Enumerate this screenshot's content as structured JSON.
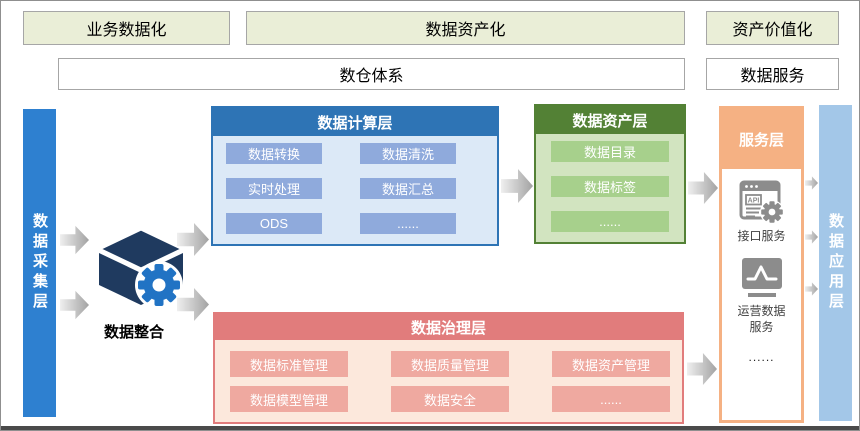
{
  "top_row": {
    "business": "业务数据化",
    "assetization": "数据资产化",
    "valorization": "资产价值化"
  },
  "second_row": {
    "warehouse": "数仓体系",
    "data_service": "数据服务"
  },
  "collection_layer": {
    "label": "数据采集层"
  },
  "integration": {
    "icon": "cube-gear-icon",
    "label": "数据整合"
  },
  "compute_layer": {
    "title": "数据计算层",
    "items": [
      "数据转换",
      "数据清洗",
      "实时处理",
      "数据汇总",
      "ODS",
      "......"
    ]
  },
  "asset_layer": {
    "title": "数据资产层",
    "items": [
      "数据目录",
      "数据标签",
      "......"
    ]
  },
  "governance_layer": {
    "title": "数据治理层",
    "items": [
      "数据标准管理",
      "数据质量管理",
      "数据资产管理",
      "数据模型管理",
      "数据安全",
      "......"
    ]
  },
  "service_layer": {
    "title": "服务层",
    "items": [
      {
        "icon": "api-icon",
        "label": "接口服务"
      },
      {
        "icon": "monitor-chart-icon",
        "label": "运营数据服务"
      },
      {
        "icon": "",
        "label": "......"
      }
    ]
  },
  "application_layer": {
    "label": "数据应用层"
  },
  "colors": {
    "collection_bar": "#2e80d0",
    "application_bar": "#a3c7e8",
    "compute_header": "#2e74b5",
    "compute_body": "#dce9f7",
    "compute_item": "#8faadc",
    "asset_header": "#538135",
    "asset_body": "#d2e4c0",
    "asset_item": "#a7d08c",
    "governance_header": "#e17c7c",
    "governance_body": "#fce8dc",
    "governance_item": "#efa9a0",
    "service_accent": "#f5b183",
    "tag_green": "#eaeed7",
    "icon_gray": "#8c8c8c",
    "cube_navy": "#1f3a5f",
    "gear_blue": "#2173c4"
  }
}
